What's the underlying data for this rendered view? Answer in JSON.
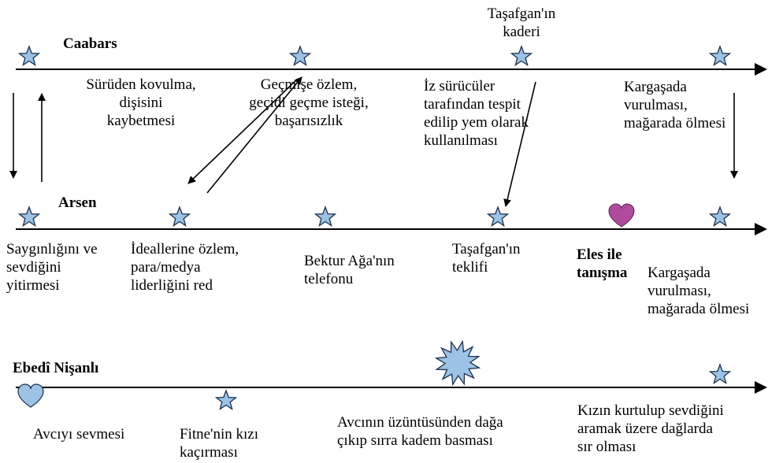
{
  "colors": {
    "star_fill": "#9cc3e6",
    "star_stroke": "#1f2f4a",
    "heart_pink": "#b04a9c",
    "heart_blue": "#9cc3e6",
    "burst_fill": "#9cc3e6",
    "line": "#000000"
  },
  "timelines": [
    {
      "title": "Caabars",
      "events": [
        {
          "lines": [
            "Sürüden kovulma,",
            "dişisini",
            "kaybetmesi"
          ],
          "marker": "star-icon"
        },
        {
          "lines": [
            "Geçmişe özlem,",
            "geçidi geçme isteği,",
            "başarısızlık"
          ],
          "marker": "star-icon"
        },
        {
          "above": [
            "Taşafgan'ın",
            "kaderi"
          ],
          "lines": [
            "İz sürücüler",
            "tarafından tespit",
            "edilip yem olarak",
            "kullanılması"
          ],
          "marker": "star-icon"
        },
        {
          "lines": [
            "Kargaşada",
            "vurulması,",
            "mağarada ölmesi"
          ],
          "marker": "star-icon"
        }
      ]
    },
    {
      "title": "Arsen",
      "events": [
        {
          "lines": [
            "Saygınlığını ve",
            "sevdiğini",
            "yitirmesi"
          ],
          "marker": "star-icon"
        },
        {
          "lines": [
            "İdeallerine özlem,",
            "para/medya",
            "liderliğini red"
          ],
          "marker": "star-icon"
        },
        {
          "lines": [
            "Bektur Ağa'nın",
            "telefonu"
          ],
          "marker": "star-icon"
        },
        {
          "lines": [
            "Taşafgan'ın",
            "teklifi"
          ],
          "marker": "star-icon"
        },
        {
          "lines": [
            "Eles ile",
            "tanışma"
          ],
          "marker": "heart-icon"
        },
        {
          "lines": [
            "Kargaşada",
            "vurulması,",
            "mağarada ölmesi"
          ],
          "marker": "star-icon"
        }
      ]
    },
    {
      "title": "Ebedî Nişanlı",
      "events": [
        {
          "lines": [
            "Avcıyı sevmesi"
          ],
          "marker": "heart-icon"
        },
        {
          "lines": [
            "Fitne'nin kızı",
            "kaçırması"
          ],
          "marker": "star-icon"
        },
        {
          "lines": [
            "Avcının üzüntüsünden dağa",
            "çıkıp sırra kadem basması"
          ],
          "marker": "burst-icon"
        },
        {
          "lines": [
            "Kızın kurtulup sevdiğini",
            "aramak üzere dağlarda",
            "sır olması"
          ],
          "marker": "star-icon"
        }
      ]
    }
  ]
}
